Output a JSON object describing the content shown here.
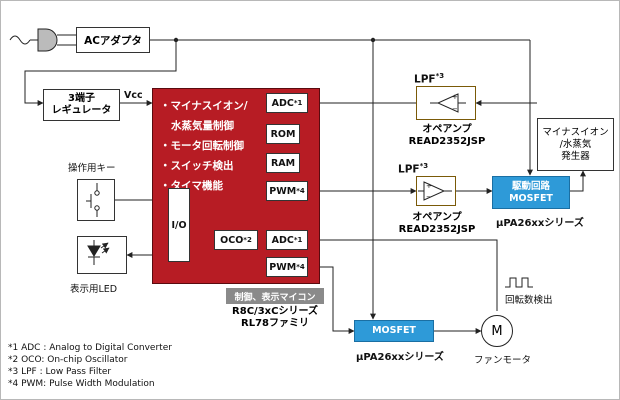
{
  "blocks": {
    "ac_adapter": "ACアダプタ",
    "regulator": [
      "3端子",
      "レギュレータ"
    ],
    "vcc": "Vcc",
    "key": "操作用キー",
    "led": "表示用LED",
    "io": "I/O",
    "mcu": {
      "features": [
        "・マイナスイオン/",
        "水蒸気量制御",
        "・モータ回転制御",
        "・スイッチ検出",
        "・タイマ機能"
      ],
      "adc_top": "ADC",
      "adc_top_mark": "*1",
      "rom": "ROM",
      "ram": "RAM",
      "pwm_top": "PWM",
      "pwm_top_mark": "*4",
      "oco": "OCO",
      "oco_mark": "*2",
      "adc_bottom": "ADC",
      "adc_bottom_mark": "*1",
      "pwm_bottom": "PWM",
      "pwm_bottom_mark": "*4",
      "banner": "制御、表示マイコン",
      "series": [
        "R8C/3xCシリーズ",
        "RL78ファミリ"
      ]
    },
    "lpf_top": {
      "name": "LPF",
      "mark": "*3",
      "caption": [
        "オペアンプ",
        "READ2352JSP"
      ]
    },
    "lpf_mid": {
      "name": "LPF",
      "mark": "*3",
      "caption": [
        "オペアンプ",
        "READ2352JSP"
      ]
    },
    "ion_generator": [
      "マイナスイオン",
      "/水蒸気",
      "発生器"
    ],
    "drive_circuit": {
      "lines": [
        "駆動回路",
        "MOSFET"
      ],
      "caption": "μPA26xxシリーズ"
    },
    "mosfet_bottom": {
      "label": "MOSFET",
      "caption": "μPA26xxシリーズ"
    },
    "motor": {
      "symbol": "M",
      "caption": "ファンモータ"
    },
    "rotation": "回転数検出"
  },
  "notes": [
    "*1 ADC : Analog to Digital Converter",
    "*2 OCO: On-chip Oscillator",
    "*3 LPF  : Low Pass Filter",
    "*4 PWM: Pulse Width Modulation"
  ],
  "colors": {
    "mcu": "#b71c24",
    "mosfet": "#2e9ad8",
    "lpf": "#e7b32b",
    "banner": "#8a8a8a"
  }
}
